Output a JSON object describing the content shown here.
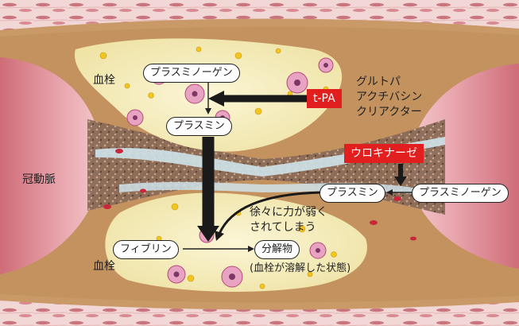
{
  "labels": {
    "thrombus_top": "血栓",
    "thrombus_bottom": "血栓",
    "coronary": "冠動脈",
    "plasminogen_top": "プラスミノーゲン",
    "plasmin_top": "プラスミン",
    "tpa": "t-PA",
    "tpa_desc_1": "グルトパ",
    "tpa_desc_2": "アクチバシン",
    "tpa_desc_3": "クリアクター",
    "urokinase": "ウロキナーゼ",
    "plasmin_right": "プラスミン",
    "plasminogen_right": "プラスミノーゲン",
    "weaken_1": "徐々に力が弱く",
    "weaken_2": "されてしまう",
    "fibrin": "フィブリン",
    "product": "分解物",
    "product_note": "(血栓が溶解した状態)"
  },
  "colors": {
    "accent_red": "#e21f1f",
    "thrombus_fill": "#f7f0c6",
    "vessel_pink": "#e9a6ae",
    "wall_tan": "#c99a67"
  }
}
